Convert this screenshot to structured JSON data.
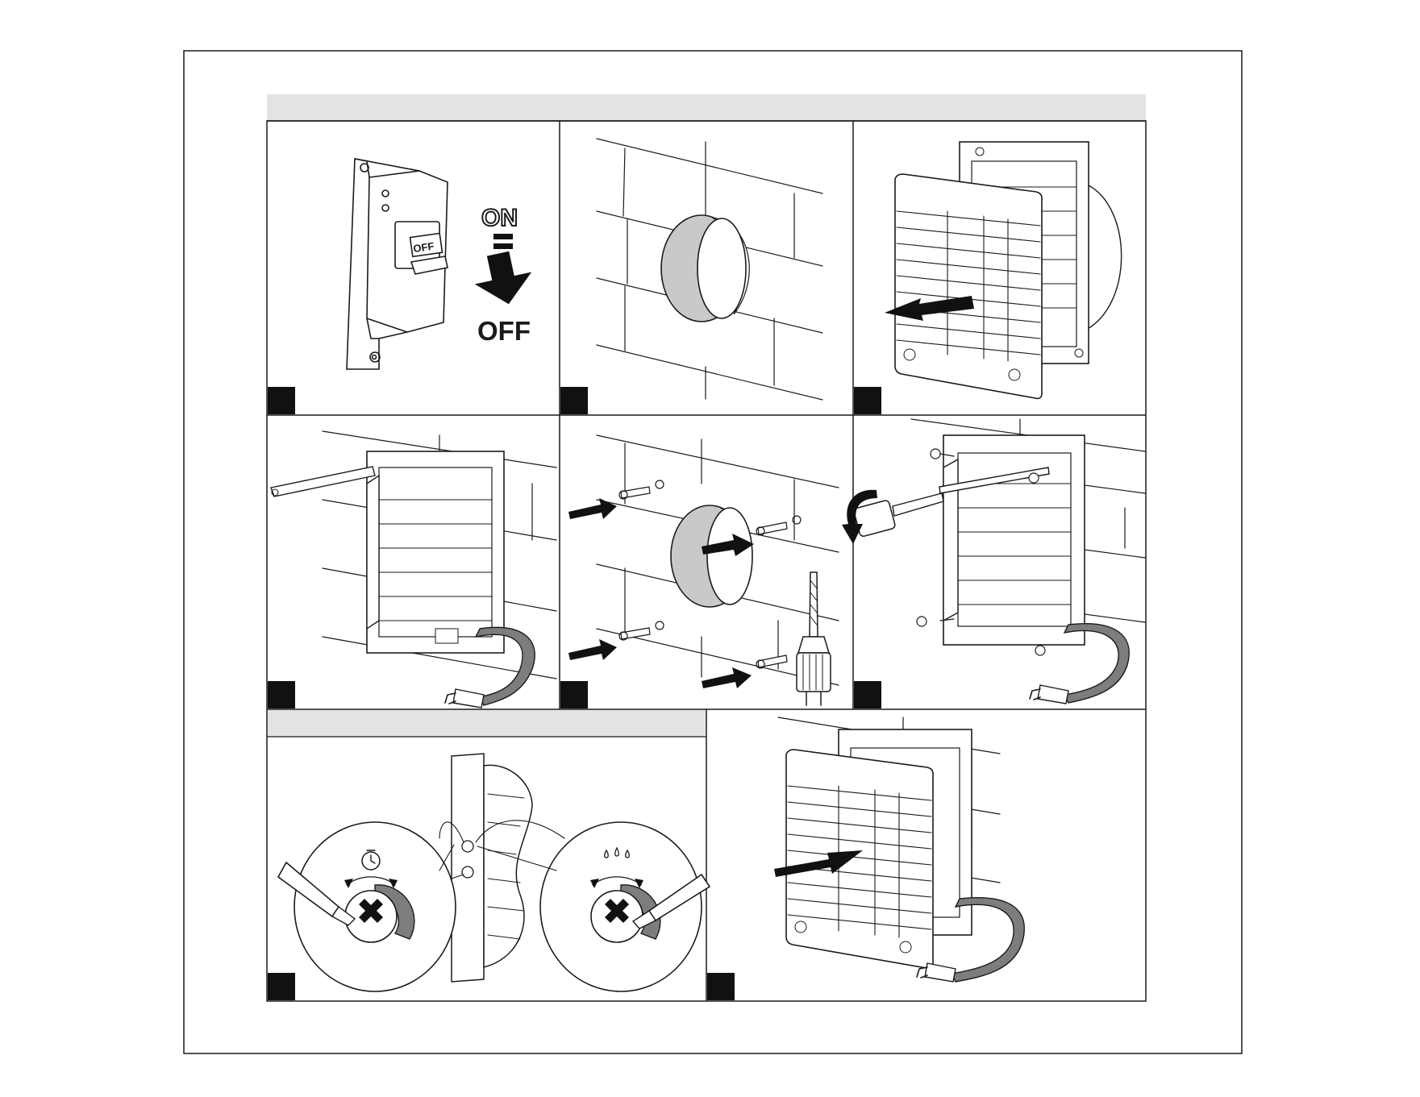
{
  "panels": [
    {
      "id": "power-off",
      "step_marker": ""
    },
    {
      "id": "wall-opening",
      "step_marker": ""
    },
    {
      "id": "remove-front-grille",
      "step_marker": ""
    },
    {
      "id": "mark-holes",
      "step_marker": ""
    },
    {
      "id": "drill-and-plugs",
      "step_marker": ""
    },
    {
      "id": "screw-to-wall",
      "step_marker": ""
    },
    {
      "id": "adjust-settings",
      "step_marker": ""
    },
    {
      "id": "refit-grille",
      "step_marker": ""
    }
  ],
  "breaker": {
    "switch_label": "OFF",
    "on_label": "ON",
    "off_label": "OFF"
  },
  "icons": [
    "timer-icon",
    "humidity-drops-icon",
    "wrench-cross-icon",
    "arrow-icon"
  ],
  "colors": {
    "ink": "#1a1a1a",
    "band": "#e3e3e3",
    "duct": "#c9c9c9",
    "cable": "#7d7d7d",
    "marker": "#111111"
  }
}
